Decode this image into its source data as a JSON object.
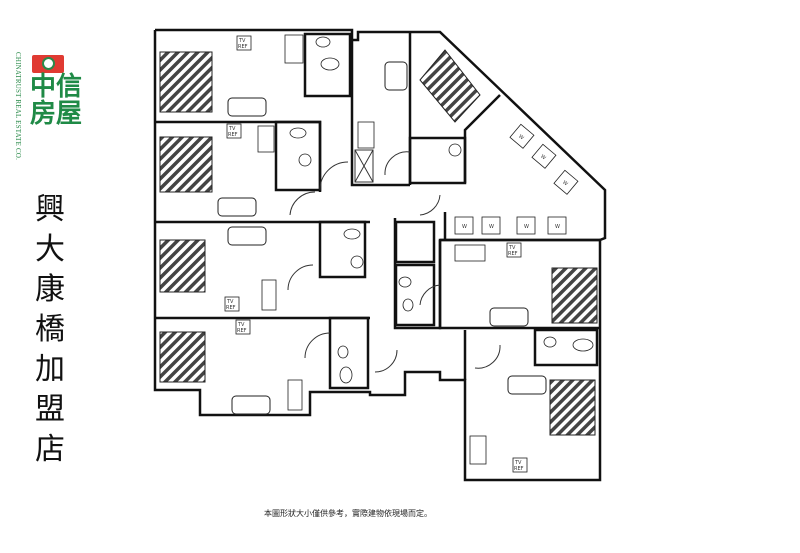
{
  "brand": {
    "name_zh": "中信房屋",
    "name_en": "CHINATRUST REAL ESTATE CO.",
    "logo_color": "#1f8a46",
    "logo_accent": "#e03a32"
  },
  "store": {
    "name_chars": [
      "興",
      "大",
      "康",
      "橋",
      "加",
      "盟",
      "店"
    ]
  },
  "plan": {
    "labels": {
      "tv": "TV",
      "ref": "REF",
      "washer": "W"
    }
  },
  "note": "本圖形狀大小僅供參考，實際建物依現場而定。"
}
